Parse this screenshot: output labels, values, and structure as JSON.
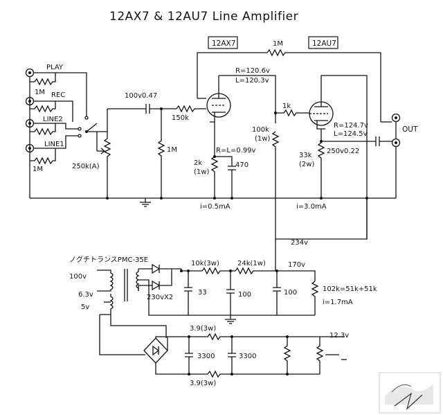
{
  "title": "12AX7 & 12AU7 Line Amplifier",
  "labels": {
    "tube1": "12AX7",
    "tube2": "12AU7",
    "feedback_r": "1M",
    "play": "PLAY",
    "rec": "REC",
    "line2": "LINE2",
    "line1": "LINE1",
    "r_1m_a": "1M",
    "r_1m_b": "1M",
    "cap_in": "100v0.47",
    "grid_r": "150k",
    "grid_leak": "1M",
    "volume": "250k(A)",
    "plate_v1_r": "R=120.6v",
    "plate_v1_l": "L=120.3v",
    "plate_load1": "100k",
    "plate_load1_w": "(1w)",
    "cathode_v1": "R=L=0.99v",
    "cathode_r1": "2k",
    "cathode_r1_w": "(1w)",
    "cathode_c1": "470",
    "current1": "i=0.5mA",
    "grid2_r": "1k",
    "plate_v2_r": "R=124.7v",
    "plate_v2_l": "L=124.5v",
    "out_cap": "250v0.22",
    "cathode_r2": "33k",
    "cathode_r2_w": "(2w)",
    "current2": "i=3.0mA",
    "out": "OUT",
    "b_plus": "234v",
    "transformer": "ノグチトランスPMC-35E",
    "prim": "100v",
    "heater_sec": "6.3v",
    "heater_tap": "5v",
    "hv_sec": "230vX2",
    "r_10k": "10k(3w)",
    "r_24k": "24k(1w)",
    "v_170": "170v",
    "c_33": "33",
    "c_100a": "100",
    "c_100b": "100",
    "bleeder": "102k=51k+51k",
    "bleeder_i": "i=1.7mA",
    "r_39_top": "3.9(3w)",
    "r_39_bot": "3.9(3w)",
    "c_3300a": "3300",
    "c_3300b": "3300",
    "v_heater": "12.3v"
  }
}
